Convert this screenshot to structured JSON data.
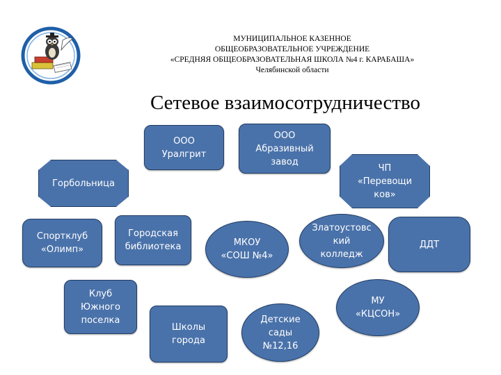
{
  "header": {
    "line1": "МУНИЦИПАЛЬНОЕ КАЗЕННОЕ",
    "line2": "ОБЩЕОБРАЗОВАТЕЛЬНОЕ УЧРЕЖДЕНИЕ",
    "line3": "«СРЕДНЯЯ ОБЩЕОБРАЗОВАТЕЛЬНАЯ ШКОЛА №4 г. КАРАБАША»",
    "line4": "Челябинской области"
  },
  "title": "Сетевое взаимосотрудничество",
  "logo": {
    "icon": "owl-with-books-icon",
    "accent": "#1f5fa8"
  },
  "colors": {
    "node_fill": "#4a72aa",
    "node_border": "#1f3c66",
    "node_text": "#ffffff"
  },
  "nodes": {
    "uralgrit": "ООО\nУралгрит",
    "abrazivny": "ООО\nАбразивный\nзавод",
    "gorbolnitsa": "Горбольница",
    "perevozchikov": "ЧП\n«Перевощи\nков»",
    "sportklub": "Спортклуб\n«Олимп»",
    "biblioteka": "Городская\nбиблиотека",
    "mkou": "МКОУ\n«СОШ №4»",
    "kolledzh": "Златоустовс\nкий\nколледж",
    "ddt": "ДДТ",
    "klub": "Клуб\nЮжного\nпоселка",
    "shkoly": "Школы\nгорода",
    "sady": "Детские\nсады\n№12,16",
    "kcson": "МУ\n«КЦСОН»"
  }
}
